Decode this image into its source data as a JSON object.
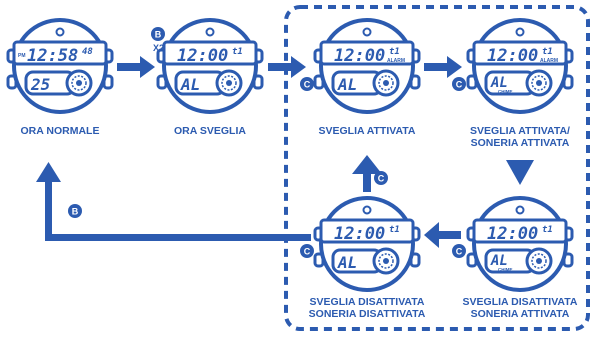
{
  "accent_color": "#2c5bb0",
  "watches": [
    {
      "id": "w1",
      "main": "12:58",
      "sec": "48",
      "pm": "PM",
      "sub": "25",
      "badge": "",
      "label": [
        "ORA NORMALE"
      ]
    },
    {
      "id": "w2",
      "main": "12:00",
      "sec": "t1",
      "pm": "",
      "sub": "AL",
      "badge": "",
      "label": [
        "ORA SVEGLIA"
      ]
    },
    {
      "id": "w3",
      "main": "12:00",
      "sec": "t1",
      "pm": "",
      "sub": "AL",
      "badge": "ALARM",
      "label": [
        "SVEGLIA ATTIVATA"
      ]
    },
    {
      "id": "w4",
      "main": "12:00",
      "sec": "t1",
      "pm": "",
      "sub": "AL",
      "badge": "ALARM",
      "chime": "CHIME",
      "label": [
        "SVEGLIA ATTIVATA/",
        "SONERIA ATTIVATA"
      ]
    },
    {
      "id": "w5",
      "main": "12:00",
      "sec": "t1",
      "pm": "",
      "sub": "AL",
      "badge": "",
      "chime": "CHIME",
      "label": [
        "SVEGLIA DISATTIVATA",
        "SONERIA ATTIVATA"
      ]
    },
    {
      "id": "w6",
      "main": "12:00",
      "sec": "t1",
      "pm": "",
      "sub": "AL",
      "badge": "",
      "label": [
        "SVEGLIA DISATTIVATA",
        "SONERIA DISATTIVATA"
      ]
    }
  ],
  "buttons": {
    "b": "B",
    "c": "C"
  },
  "press_count": "X2"
}
